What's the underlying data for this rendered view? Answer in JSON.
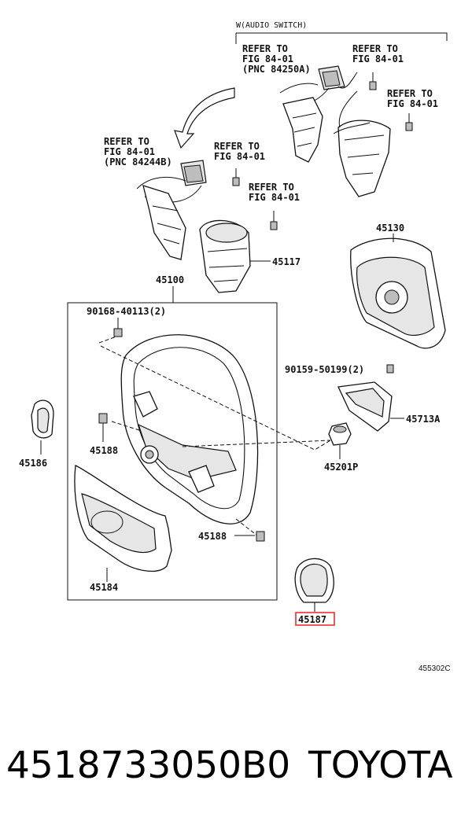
{
  "diagram": {
    "audio_switch_label": "W(AUDIO SWITCH)",
    "callouts": {
      "refer_pnc_84250a": [
        "REFER TO",
        "FIG 84-01",
        "(PNC 84250A)"
      ],
      "refer_upper_right": [
        "REFER TO",
        "FIG 84-01"
      ],
      "refer_right_screw": [
        "REFER TO",
        "FIG 84-01"
      ],
      "refer_pnc_84244b": [
        "REFER TO",
        "FIG 84-01",
        "(PNC 84244B)"
      ],
      "refer_mid_screw": [
        "REFER TO",
        "FIG 84-01"
      ],
      "refer_lower_screw": [
        "REFER TO",
        "FIG 84-01"
      ]
    },
    "part_labels": {
      "p45117": "45117",
      "p45130": "45130",
      "p45100": "45100",
      "bolt_90168": "90168-40113(2)",
      "bolt_90159": "90159-50199(2)",
      "p45713a": "45713A",
      "p45186": "45186",
      "p45188_left": "45188",
      "p45201p": "45201P",
      "p45188_right": "45188",
      "p45184": "45184",
      "p45187": "45187"
    },
    "figure_code": "455302C",
    "highlight_color": "#e8302c"
  },
  "footer": {
    "part_number": "4518733050B0",
    "brand": "TOYOTA"
  }
}
